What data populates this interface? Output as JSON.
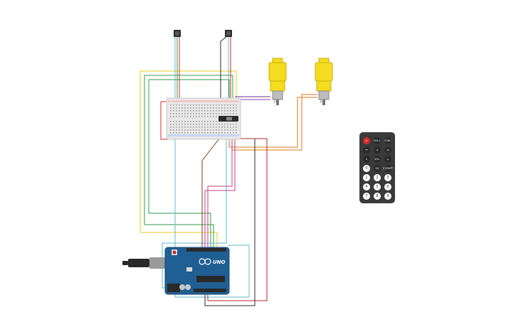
{
  "arduino": {
    "board_label": "UNO"
  },
  "remote": {
    "top_row": [
      {
        "label": "⏻",
        "type": "power"
      },
      {
        "label": "VOL+",
        "type": "func"
      },
      {
        "label": "FUNC",
        "type": "func"
      }
    ],
    "row2": [
      "⏮",
      "⏯",
      "⏭"
    ],
    "row3": [
      "▾",
      "VOL-",
      "▴"
    ],
    "digits": [
      "0",
      "EQ",
      "ST/REPT",
      "1",
      "2",
      "3",
      "4",
      "5",
      "6",
      "7",
      "8",
      "9"
    ]
  },
  "colors": {
    "arduino_board": "#1f5f94",
    "motor_body": "#f4dc1e",
    "remote_body": "#3a3a3a",
    "breadboard": "#e8e8e8",
    "wire_yellow": "#e8cc1c",
    "wire_green": "#2e9e45",
    "wire_red": "#d42a2a",
    "wire_orange": "#e0761a",
    "wire_purple": "#8a3fb0",
    "wire_teal": "#5fb8c8",
    "wire_black": "#2a2a2a",
    "wire_magenta": "#c23a8a",
    "wire_brown": "#7a3a1a"
  }
}
